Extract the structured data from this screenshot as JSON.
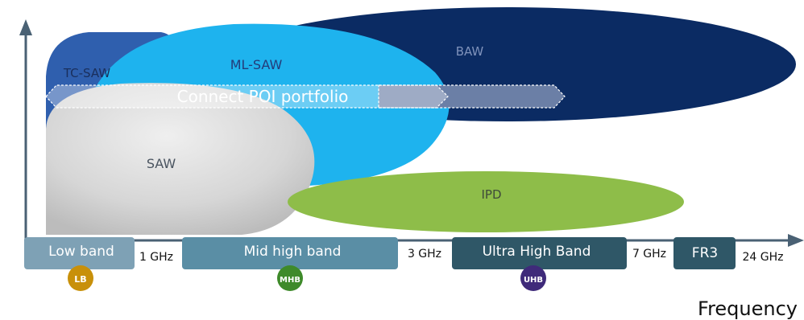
{
  "technologies": {
    "baw": "BAW",
    "ml_saw": "ML-SAW",
    "tc_saw": "TC-SAW",
    "saw": "SAW",
    "ipd": "IPD"
  },
  "portfolio": {
    "label": "Connect POI portfolio"
  },
  "bands": [
    {
      "label": "Low band",
      "badge": "LB",
      "color": "#7ea1b5",
      "badge_color": "#c8900a"
    },
    {
      "label": "Mid high band",
      "badge": "MHB",
      "color": "#5a8ea5",
      "badge_color": "#3e8a2a"
    },
    {
      "label": "Ultra High Band",
      "badge": "UHB",
      "color": "#2f5767",
      "badge_color": "#3f2a7a"
    },
    {
      "label": "FR3",
      "badge": "",
      "color": "#2f5767",
      "badge_color": ""
    }
  ],
  "frequency_markers": [
    "1 GHz",
    "3 GHz",
    "7 GHz",
    "24 GHz"
  ],
  "axis": {
    "x_label": "Frequency"
  },
  "colors": {
    "baw": "#0b2b63",
    "ml_saw": "#1eb3ee",
    "tc_saw": "#2f5fae",
    "saw": "#d2d2d2",
    "ipd": "#8ebd49",
    "axis": "#4a6174",
    "arrow_fill": "#6b7fa6"
  }
}
